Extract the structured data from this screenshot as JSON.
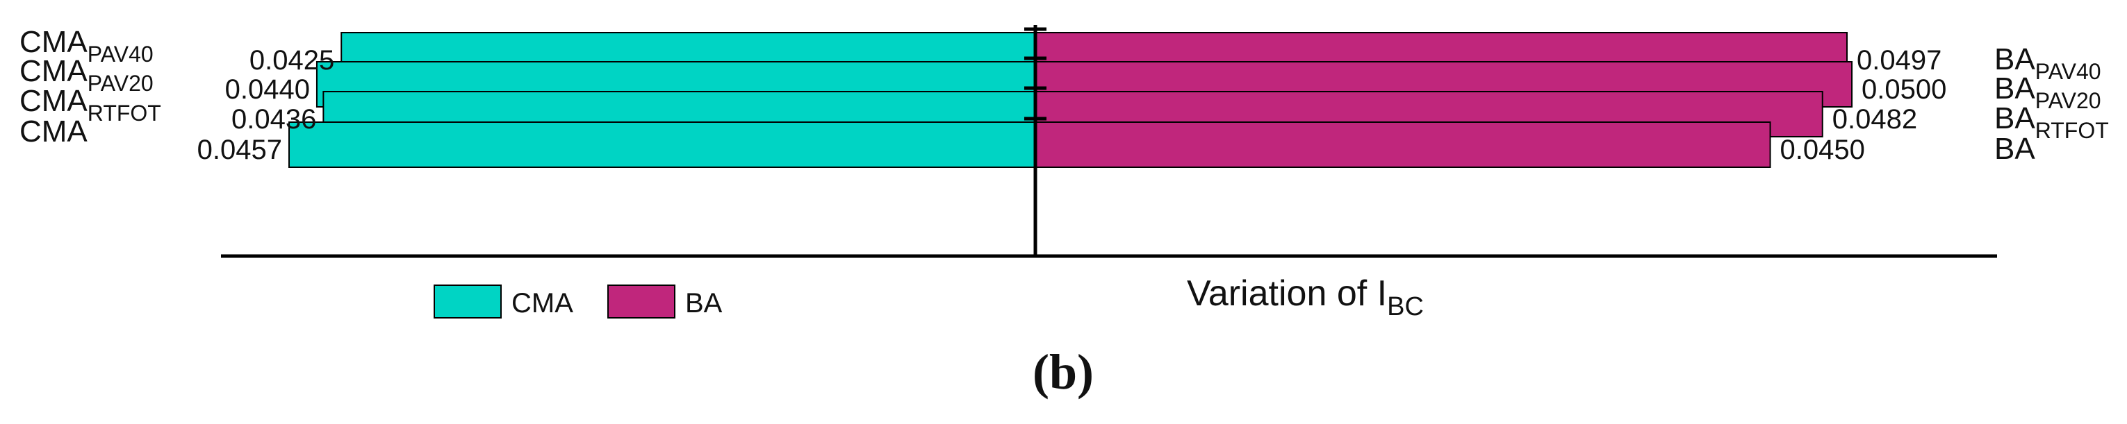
{
  "chart_data": {
    "type": "bar",
    "orientation": "horizontal-butterfly",
    "xlabel_main": "Variation of I",
    "xlabel_sub": "BC",
    "caption": "(b)",
    "rows": [
      {
        "left_main": "CMA",
        "left_sub": "PAV40",
        "right_main": "BA",
        "right_sub": "PAV40"
      },
      {
        "left_main": "CMA",
        "left_sub": "PAV20",
        "right_main": "BA",
        "right_sub": "PAV20"
      },
      {
        "left_main": "CMA",
        "left_sub": "RTFOT",
        "right_main": "BA",
        "right_sub": "RTFOT"
      },
      {
        "left_main": "CMA",
        "left_sub": "",
        "right_main": "BA",
        "right_sub": ""
      }
    ],
    "series": [
      {
        "name": "CMA",
        "color": "#00d4c4",
        "side": "left",
        "values": [
          0.0425,
          0.044,
          0.0436,
          0.0457
        ],
        "labels": [
          "0.0425",
          "0.0440",
          "0.0436",
          "0.0457"
        ]
      },
      {
        "name": "BA",
        "color": "#c0267c",
        "side": "right",
        "values": [
          0.0497,
          0.05,
          0.0482,
          0.045
        ],
        "labels": [
          "0.0497",
          "0.0500",
          "0.0482",
          "0.0450"
        ]
      }
    ],
    "legend": {
      "placement": "bottom-left",
      "entries": [
        "CMA",
        "BA"
      ]
    },
    "grid": false
  }
}
